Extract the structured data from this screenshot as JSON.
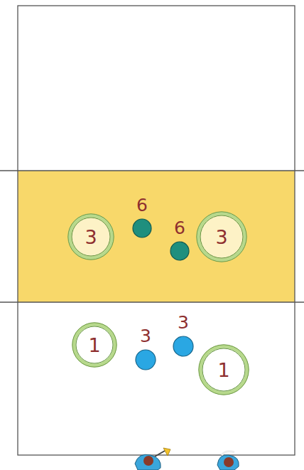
{
  "diagram": {
    "nodes": [
      {
        "text": [
          "3"
        ]
      },
      {
        "text": [
          "6"
        ]
      },
      {
        "text": [
          "6"
        ]
      },
      {
        "text": [
          "3"
        ]
      },
      {
        "text": [
          "1"
        ]
      },
      {
        "text": [
          "3"
        ]
      },
      {
        "text": [
          "3"
        ]
      },
      {
        "text": [
          "1"
        ]
      }
    ]
  }
}
